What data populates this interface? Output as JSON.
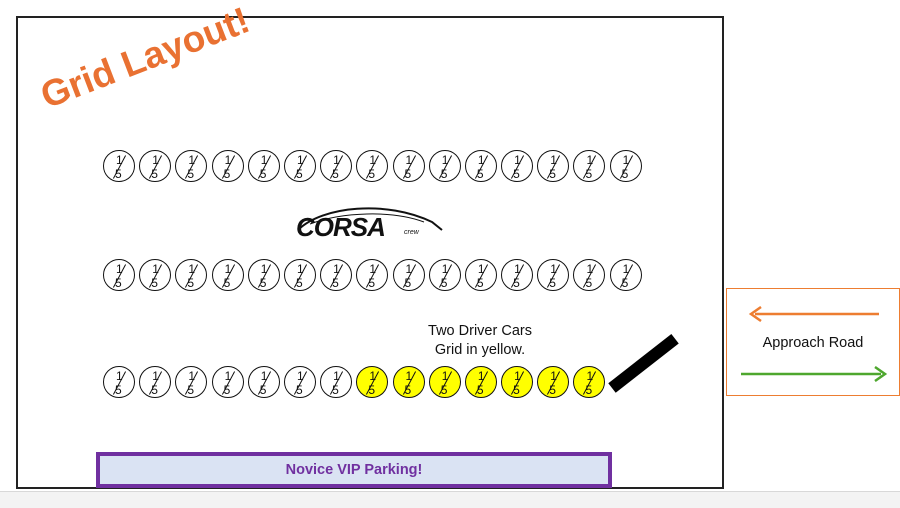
{
  "title": "Grid Layout!",
  "spot_label_top": "1",
  "spot_label_bottom": "5",
  "rows": [
    {
      "count": 15,
      "two_driver_count": 0
    },
    {
      "count": 15,
      "two_driver_count": 0
    },
    {
      "count": 14,
      "two_driver_count": 7
    }
  ],
  "logo": {
    "main": "CORSA",
    "small": "crew"
  },
  "note": {
    "line1": "Two Driver Cars",
    "line2": "Grid in yellow."
  },
  "vip_parking_label": "Novice VIP Parking!",
  "approach_road_label": "Approach Road",
  "colors": {
    "title": "#e97132",
    "two_driver_fill": "#ffff00",
    "vip_border": "#7030a0",
    "vip_fill": "#dae3f3",
    "road_border": "#ed7d31",
    "arrow_inbound": "#ed7d31",
    "arrow_outbound": "#4ea72e"
  }
}
